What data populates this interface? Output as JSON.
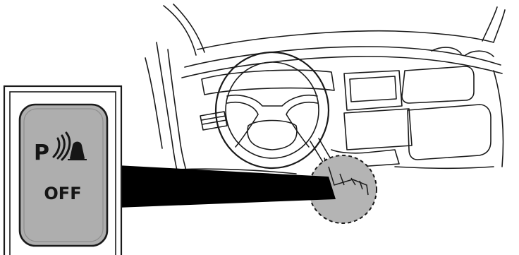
{
  "illustration": {
    "subject": "vehicle-dashboard-interior",
    "highlight": "switch-location-below-steering-column"
  },
  "switch": {
    "icon": "parking-sensor-icon",
    "icon_letter": "P",
    "label": "OFF",
    "color": "#aeaeae"
  },
  "colors": {
    "line": "#1a1a1a",
    "callout_beam": "#000000",
    "highlight_fill": "#b4b4b4"
  }
}
